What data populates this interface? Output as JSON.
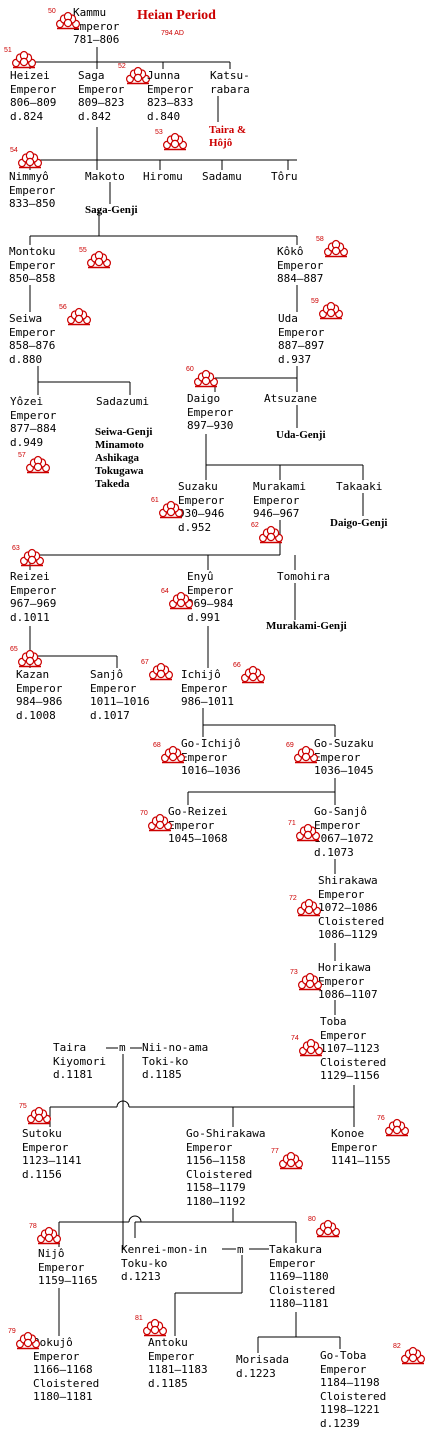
{
  "header": {
    "title": "Heian Period",
    "date": "794 AD"
  },
  "colors": {
    "accent": "#cc0000",
    "line": "#000000"
  },
  "crest_icon": "imperial-chrysanthemum-crest-icon",
  "persons": [
    {
      "id": "kammu",
      "lines": [
        "Kammu",
        "Emperor",
        "781–806"
      ],
      "num": "50"
    },
    {
      "id": "heizei",
      "lines": [
        "Heizei",
        "Emperor",
        "806–809",
        "d.824"
      ],
      "num": "51"
    },
    {
      "id": "saga",
      "lines": [
        "Saga",
        "Emperor",
        "809–823",
        "d.842"
      ],
      "num": "52"
    },
    {
      "id": "junna",
      "lines": [
        "Junna",
        "Emperor",
        "823–833",
        "d.840"
      ],
      "num": "53"
    },
    {
      "id": "katsurabara",
      "lines": [
        "Katsu-",
        "rabara"
      ]
    },
    {
      "id": "nimmyo",
      "lines": [
        "Nimmyô",
        "Emperor",
        "833–850"
      ],
      "num": "54"
    },
    {
      "id": "makoto",
      "lines": [
        "Makoto"
      ]
    },
    {
      "id": "hiromu",
      "lines": [
        "Hiromu"
      ]
    },
    {
      "id": "sadamu",
      "lines": [
        "Sadamu"
      ]
    },
    {
      "id": "toru",
      "lines": [
        "Tôru"
      ]
    },
    {
      "id": "montoku",
      "lines": [
        "Montoku",
        "Emperor",
        "850–858"
      ],
      "num": "55"
    },
    {
      "id": "koko",
      "lines": [
        "Kôkô",
        "Emperor",
        "884–887"
      ],
      "num": "58"
    },
    {
      "id": "seiwa",
      "lines": [
        "Seiwa",
        "Emperor",
        "858–876",
        "d.880"
      ],
      "num": "56"
    },
    {
      "id": "uda",
      "lines": [
        "Uda",
        "Emperor",
        "887–897",
        "d.937"
      ],
      "num": "59"
    },
    {
      "id": "yozei",
      "lines": [
        "Yôzei",
        "Emperor",
        "877–884",
        "d.949"
      ],
      "num": "57"
    },
    {
      "id": "sadazumi",
      "lines": [
        "Sadazumi"
      ]
    },
    {
      "id": "daigo",
      "lines": [
        "Daigo",
        "Emperor",
        "897–930"
      ],
      "num": "60"
    },
    {
      "id": "atsuzane",
      "lines": [
        "Atsuzane"
      ]
    },
    {
      "id": "suzaku",
      "lines": [
        "Suzaku",
        "Emperor",
        "930–946",
        "d.952"
      ],
      "num": "61"
    },
    {
      "id": "murakami",
      "lines": [
        "Murakami",
        "Emperor",
        "946–967"
      ],
      "num": "62"
    },
    {
      "id": "takaaki",
      "lines": [
        "Takaaki"
      ]
    },
    {
      "id": "reizei",
      "lines": [
        "Reizei",
        "Emperor",
        "967–969",
        "d.1011"
      ],
      "num": "63"
    },
    {
      "id": "enyu",
      "lines": [
        "Enyû",
        "Emperor",
        "969–984",
        "d.991"
      ],
      "num": "64"
    },
    {
      "id": "tomohira",
      "lines": [
        "Tomohira"
      ]
    },
    {
      "id": "kazan",
      "lines": [
        "Kazan",
        "Emperor",
        "984–986",
        "d.1008"
      ],
      "num": "65"
    },
    {
      "id": "sanjo",
      "lines": [
        "Sanjô",
        "Emperor",
        "1011–1016",
        "d.1017"
      ],
      "num": "67"
    },
    {
      "id": "ichijo",
      "lines": [
        "Ichijô",
        "Emperor",
        "986–1011"
      ],
      "num": "66"
    },
    {
      "id": "go-ichijo",
      "lines": [
        "Go-Ichijô",
        "Emperor",
        "1016–1036"
      ],
      "num": "68"
    },
    {
      "id": "go-suzaku",
      "lines": [
        "Go-Suzaku",
        "Emperor",
        "1036–1045"
      ],
      "num": "69"
    },
    {
      "id": "go-reizei",
      "lines": [
        "Go-Reizei",
        "Emperor",
        "1045–1068"
      ],
      "num": "70"
    },
    {
      "id": "go-sanjo",
      "lines": [
        "Go-Sanjô",
        "Emperor",
        "1067–1072",
        "d.1073"
      ],
      "num": "71"
    },
    {
      "id": "shirakawa",
      "lines": [
        "Shirakawa",
        "Emperor",
        "1072–1086",
        "Cloistered",
        "1086–1129"
      ],
      "num": "72"
    },
    {
      "id": "horikawa",
      "lines": [
        "Horikawa",
        "Emperor",
        "1086–1107"
      ],
      "num": "73"
    },
    {
      "id": "toba",
      "lines": [
        "Toba",
        "Emperor",
        "1107–1123",
        "Cloistered",
        "1129–1156"
      ],
      "num": "74"
    },
    {
      "id": "kiyomori",
      "lines": [
        "Taira",
        "Kiyomori",
        "d.1181"
      ]
    },
    {
      "id": "tokiko",
      "lines": [
        "Nii-no-ama",
        "Toki-ko",
        "d.1185"
      ]
    },
    {
      "id": "sutoku",
      "lines": [
        "Sutoku",
        "Emperor",
        "1123–1141",
        "d.1156"
      ],
      "num": "75"
    },
    {
      "id": "go-shirakawa",
      "lines": [
        "Go-Shirakawa",
        "Emperor",
        "1156–1158",
        "Cloistered",
        "1158–1179",
        "1180–1192"
      ],
      "num": "77"
    },
    {
      "id": "konoe",
      "lines": [
        "Konoe",
        "Emperor",
        "1141–1155"
      ],
      "num": "76"
    },
    {
      "id": "nijo",
      "lines": [
        "Nijô",
        "Emperor",
        "1159–1165"
      ],
      "num": "78"
    },
    {
      "id": "kenrei",
      "lines": [
        "Kenrei-mon-in",
        "Toku-ko",
        "d.1213"
      ]
    },
    {
      "id": "takakura",
      "lines": [
        "Takakura",
        "Emperor",
        "1169–1180",
        "Cloistered",
        "1180–1181"
      ],
      "num": "80"
    },
    {
      "id": "rokujo",
      "lines": [
        "Rokujô",
        "Emperor",
        "1166–1168",
        "Cloistered",
        "1180–1181"
      ],
      "num": "79"
    },
    {
      "id": "antoku",
      "lines": [
        "Antoku",
        "Emperor",
        "1181–1183",
        "d.1185"
      ],
      "num": "81"
    },
    {
      "id": "morisada",
      "lines": [
        "Morisada",
        "d.1223"
      ]
    },
    {
      "id": "go-toba",
      "lines": [
        "Go-Toba",
        "Emperor",
        "1184–1198",
        "Cloistered",
        "1198–1221",
        "d.1239"
      ],
      "num": "82"
    }
  ],
  "clans": [
    {
      "id": "taira-hojo",
      "lines": [
        "Taira &",
        "Hôjô"
      ],
      "red": true
    },
    {
      "id": "saga-genji",
      "lines": [
        "Saga-Genji"
      ]
    },
    {
      "id": "uda-genji",
      "lines": [
        "Uda-Genji"
      ]
    },
    {
      "id": "seiwa-genji",
      "lines": [
        "Seiwa-Genji",
        "Minamoto",
        "Ashikaga",
        "Tokugawa",
        "Takeda"
      ]
    },
    {
      "id": "daigo-genji",
      "lines": [
        "Daigo-Genji"
      ]
    },
    {
      "id": "murakami-genji",
      "lines": [
        "Murakami-Genji"
      ]
    }
  ],
  "marriages": [
    {
      "id": "kiyomori-tokiko",
      "symbol": "m"
    },
    {
      "id": "kenrei-takakura",
      "symbol": "m"
    }
  ]
}
